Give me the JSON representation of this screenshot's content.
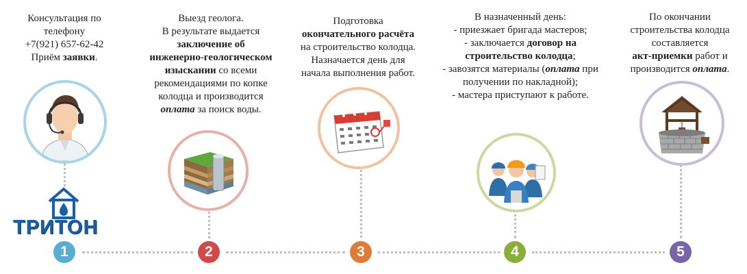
{
  "colors": {
    "step1": "#5aacd0",
    "step2": "#cf4a49",
    "step3": "#e07b37",
    "step4": "#8aae3a",
    "step5": "#7a64a9",
    "dots": "#bdbdbd",
    "logo": "#1a5fa3"
  },
  "logo": {
    "name": "ТРИТОН"
  },
  "steps": [
    {
      "number": "1",
      "icon": "operator-headset-icon",
      "lines": [
        [
          {
            "t": "Консультация по"
          }
        ],
        [
          {
            "t": "телефону"
          }
        ],
        [
          {
            "t": "+7(921) 657-62-42"
          }
        ],
        [
          {
            "t": "Приём "
          },
          {
            "t": "заявки",
            "b": true
          },
          {
            "t": "."
          }
        ]
      ]
    },
    {
      "number": "2",
      "icon": "soil-layers-well-icon",
      "lines": [
        [
          {
            "t": "Выезд геолога."
          }
        ],
        [
          {
            "t": "В результате выдается"
          }
        ],
        [
          {
            "t": "заключение об",
            "b": true
          }
        ],
        [
          {
            "t": "инженерно-геологическом",
            "b": true
          }
        ],
        [
          {
            "t": "изыскании",
            "b": true
          },
          {
            "t": " со всеми"
          }
        ],
        [
          {
            "t": "рекомендациями по копке"
          }
        ],
        [
          {
            "t": "колодца и производится"
          }
        ],
        [
          {
            "t": "оплата",
            "i": true
          },
          {
            "t": " за поиск воды."
          }
        ]
      ]
    },
    {
      "number": "3",
      "icon": "calendar-icon",
      "lines": [
        [
          {
            "t": "Подготовка"
          }
        ],
        [
          {
            "t": "окончательного расчёта",
            "b": true
          }
        ],
        [
          {
            "t": "на строительство колодца."
          }
        ],
        [
          {
            "t": "Назначается день для"
          }
        ],
        [
          {
            "t": "начала выполнения работ."
          }
        ]
      ]
    },
    {
      "number": "4",
      "icon": "workers-team-icon",
      "lines": [
        [
          {
            "t": "В назначенный день:"
          }
        ],
        [
          {
            "t": "- приезжает бригада мастеров;"
          }
        ],
        [
          {
            "t": "- заключается "
          },
          {
            "t": "договор на",
            "b": true
          }
        ],
        [
          {
            "t": "строительство колодца",
            "b": true
          },
          {
            "t": ";"
          }
        ],
        [
          {
            "t": "- завозятся материалы ("
          },
          {
            "t": "оплата",
            "i": true
          },
          {
            "t": " при"
          }
        ],
        [
          {
            "t": "получении по накладной);"
          }
        ],
        [
          {
            "t": "- мастера приступают к работе."
          }
        ]
      ]
    },
    {
      "number": "5",
      "icon": "stone-well-icon",
      "lines": [
        [
          {
            "t": "По окончании"
          }
        ],
        [
          {
            "t": "строительства колодца"
          }
        ],
        [
          {
            "t": "составляется"
          }
        ],
        [
          {
            "t": "акт-приемки",
            "b": true
          },
          {
            "t": " работ и"
          }
        ],
        [
          {
            "t": "производится "
          },
          {
            "t": "оплата",
            "i": true
          },
          {
            "t": "."
          }
        ]
      ]
    }
  ]
}
